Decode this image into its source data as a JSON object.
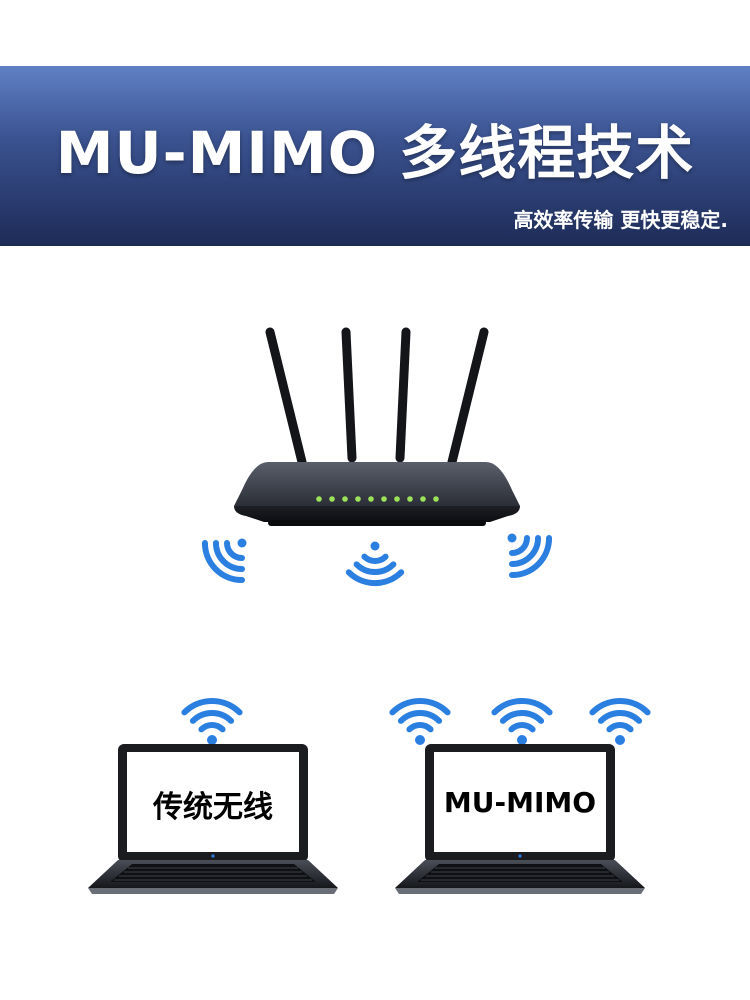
{
  "banner": {
    "title": "MU-MIMO 多线程技术",
    "subtitle": "高效率传输 更快更稳定."
  },
  "laptops": {
    "left_label": "传统无线",
    "right_label": "MU-MIMO"
  },
  "colors": {
    "wifi_blue": "#2b7fe0",
    "banner_top": "#5f80c4",
    "banner_bottom": "#1d2b57",
    "led_green": "#9be45a"
  },
  "icons": [
    "router-icon",
    "wifi-signal-icon",
    "laptop-icon"
  ]
}
